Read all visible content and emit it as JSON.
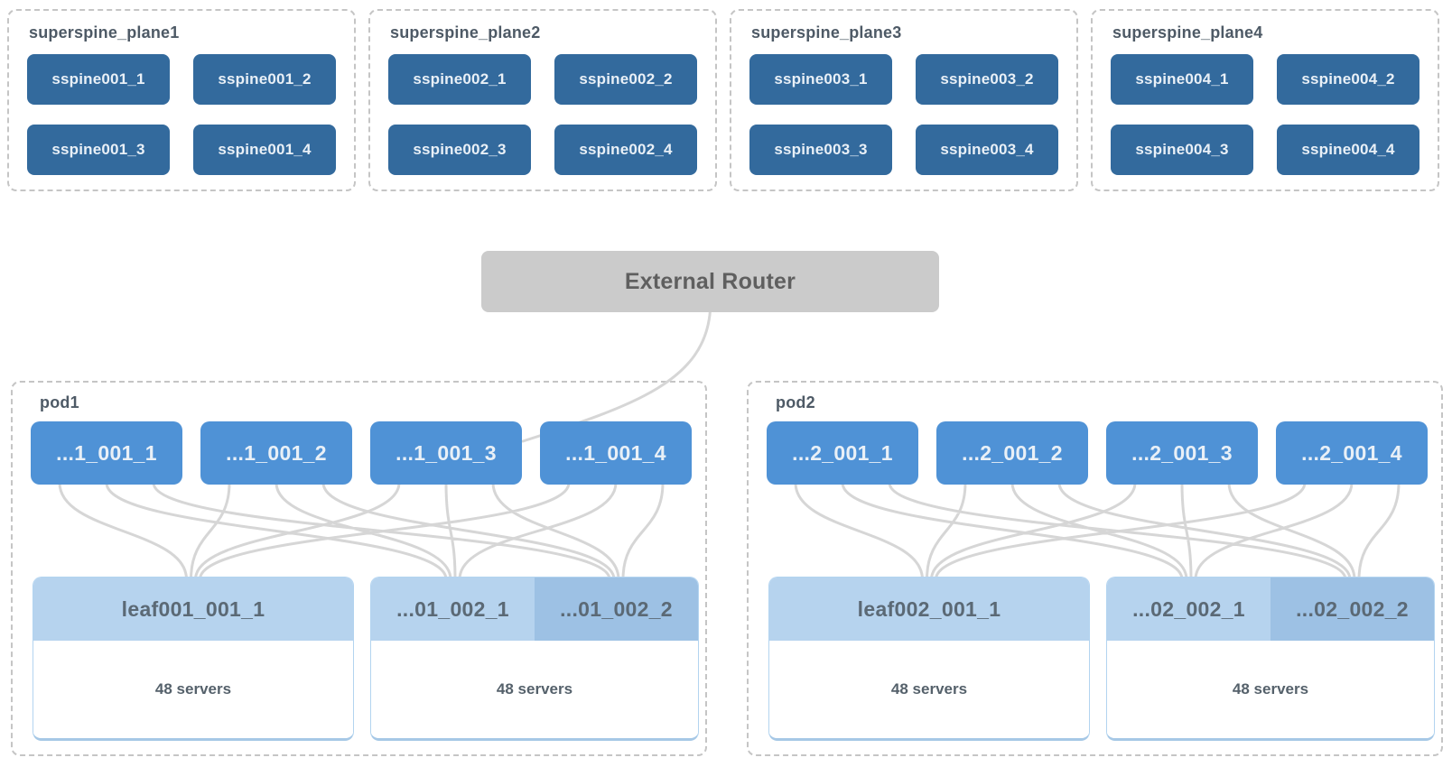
{
  "colors": {
    "sspine": "#336a9d",
    "spine": "#4f92d6",
    "leaf_header": "#b6d3ee",
    "leaf_header_alt": "#9dc1e4",
    "leaf_border": "#b3d4f0",
    "leaf_border_bottom": "#a6c8e6",
    "router_bg": "#cbcbcb",
    "router_text": "#5f5f5f",
    "node_text": "#e9f0f7",
    "leaf_text": "#5b6975",
    "servers_text": "#55616b",
    "label_text": "#4e5a66",
    "link": "#d6d6d6",
    "dash_border": "#c5c5c5"
  },
  "superspine_planes": [
    {
      "label": "superspine_plane1",
      "nodes": [
        "sspine001_1",
        "sspine001_2",
        "sspine001_3",
        "sspine001_4"
      ]
    },
    {
      "label": "superspine_plane2",
      "nodes": [
        "sspine002_1",
        "sspine002_2",
        "sspine002_3",
        "sspine002_4"
      ]
    },
    {
      "label": "superspine_plane3",
      "nodes": [
        "sspine003_1",
        "sspine003_2",
        "sspine003_3",
        "sspine003_4"
      ]
    },
    {
      "label": "superspine_plane4",
      "nodes": [
        "sspine004_1",
        "sspine004_2",
        "sspine004_3",
        "sspine004_4"
      ]
    }
  ],
  "external_router": {
    "label": "External Router"
  },
  "pods": [
    {
      "label": "pod1",
      "spines": [
        "...1_001_1",
        "...1_001_2",
        "...1_001_3",
        "...1_001_4"
      ],
      "leaf_groups": [
        {
          "kind": "single",
          "labels": [
            "leaf001_001_1"
          ],
          "servers": "48 servers"
        },
        {
          "kind": "pair",
          "labels": [
            "...01_002_1",
            "...01_002_2"
          ],
          "servers": "48 servers"
        }
      ]
    },
    {
      "label": "pod2",
      "spines": [
        "...2_001_1",
        "...2_001_2",
        "...2_001_3",
        "...2_001_4"
      ],
      "leaf_groups": [
        {
          "kind": "single",
          "labels": [
            "leaf002_001_1"
          ],
          "servers": "48 servers"
        },
        {
          "kind": "pair",
          "labels": [
            "...02_002_1",
            "...02_002_2"
          ],
          "servers": "48 servers"
        }
      ]
    }
  ],
  "connections": {
    "external_router_link_target": "...1_001_3",
    "fabric": "each pod spine links to every leaf in its pod"
  }
}
